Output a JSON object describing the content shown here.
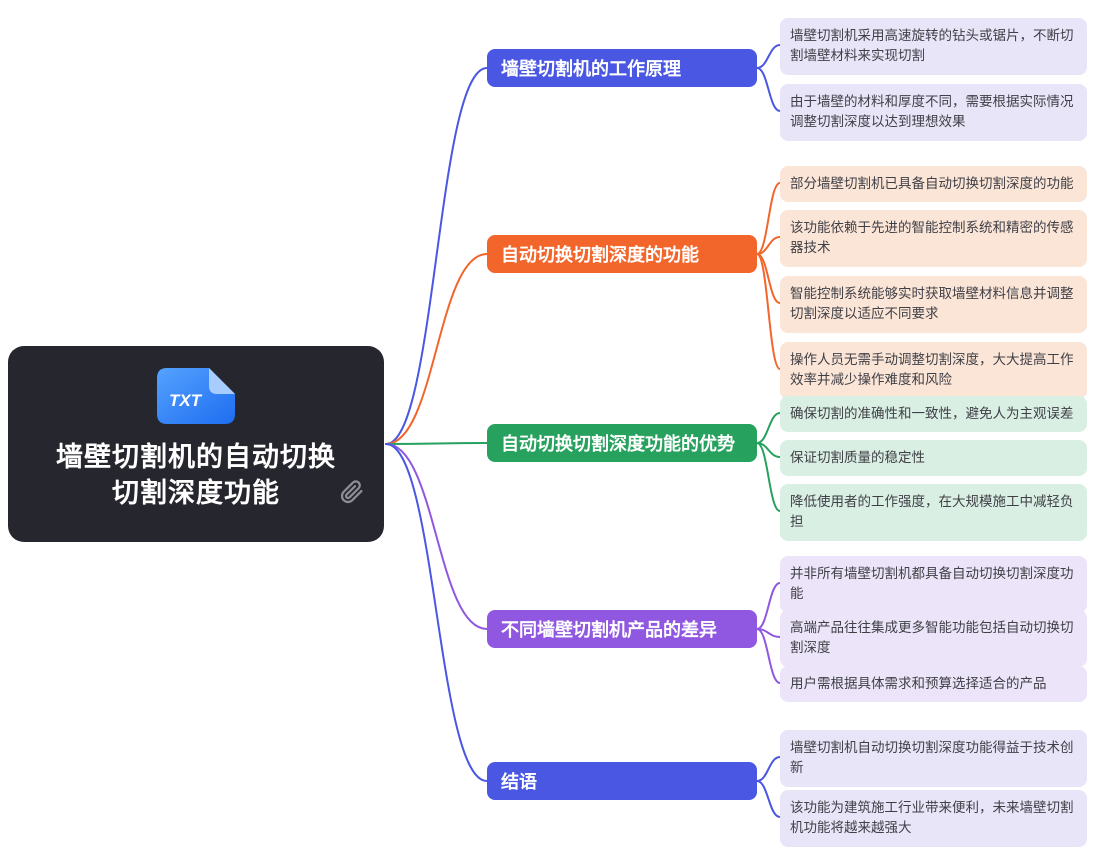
{
  "central": {
    "badge": "TXT",
    "title_line1": "墙壁切割机的自动切换",
    "title_line2": "切割深度功能"
  },
  "colors": {
    "central_bg": "#26262e",
    "blue": "#4a57e3",
    "orange": "#f2662b",
    "green": "#27a15e",
    "purple": "#9058e0",
    "leaf_blue_bg": "#e9e5f9",
    "leaf_orange_bg": "#fbe5d7",
    "leaf_green_bg": "#d9efe3",
    "leaf_purple_bg": "#ece5f9",
    "file_icon_blue": "#2f7bf3"
  },
  "branches": [
    {
      "label": "墙壁切割机的工作原理",
      "color": "#4a57e3",
      "children": [
        "墙壁切割机采用高速旋转的钻头或锯片，不断切割墙壁材料来实现切割",
        "由于墙壁的材料和厚度不同，需要根据实际情况调整切割深度以达到理想效果"
      ]
    },
    {
      "label": "自动切换切割深度的功能",
      "color": "#f2662b",
      "children": [
        "部分墙壁切割机已具备自动切换切割深度的功能",
        "该功能依赖于先进的智能控制系统和精密的传感器技术",
        "智能控制系统能够实时获取墙壁材料信息并调整切割深度以适应不同要求",
        "操作人员无需手动调整切割深度，大大提高工作效率并减少操作难度和风险"
      ]
    },
    {
      "label": "自动切换切割深度功能的优势",
      "color": "#27a15e",
      "children": [
        "确保切割的准确性和一致性，避免人为主观误差",
        "保证切割质量的稳定性",
        "降低使用者的工作强度，在大规模施工中减轻负担"
      ]
    },
    {
      "label": "不同墙壁切割机产品的差异",
      "color": "#9058e0",
      "children": [
        "并非所有墙壁切割机都具备自动切换切割深度功能",
        "高端产品往往集成更多智能功能包括自动切换切割深度",
        "用户需根据具体需求和预算选择适合的产品"
      ]
    },
    {
      "label": "结语",
      "color": "#4a57e3",
      "children": [
        "墙壁切割机自动切换切割深度功能得益于技术创新",
        "该功能为建筑施工行业带来便利，未来墙壁切割机功能将越来越强大"
      ]
    }
  ]
}
